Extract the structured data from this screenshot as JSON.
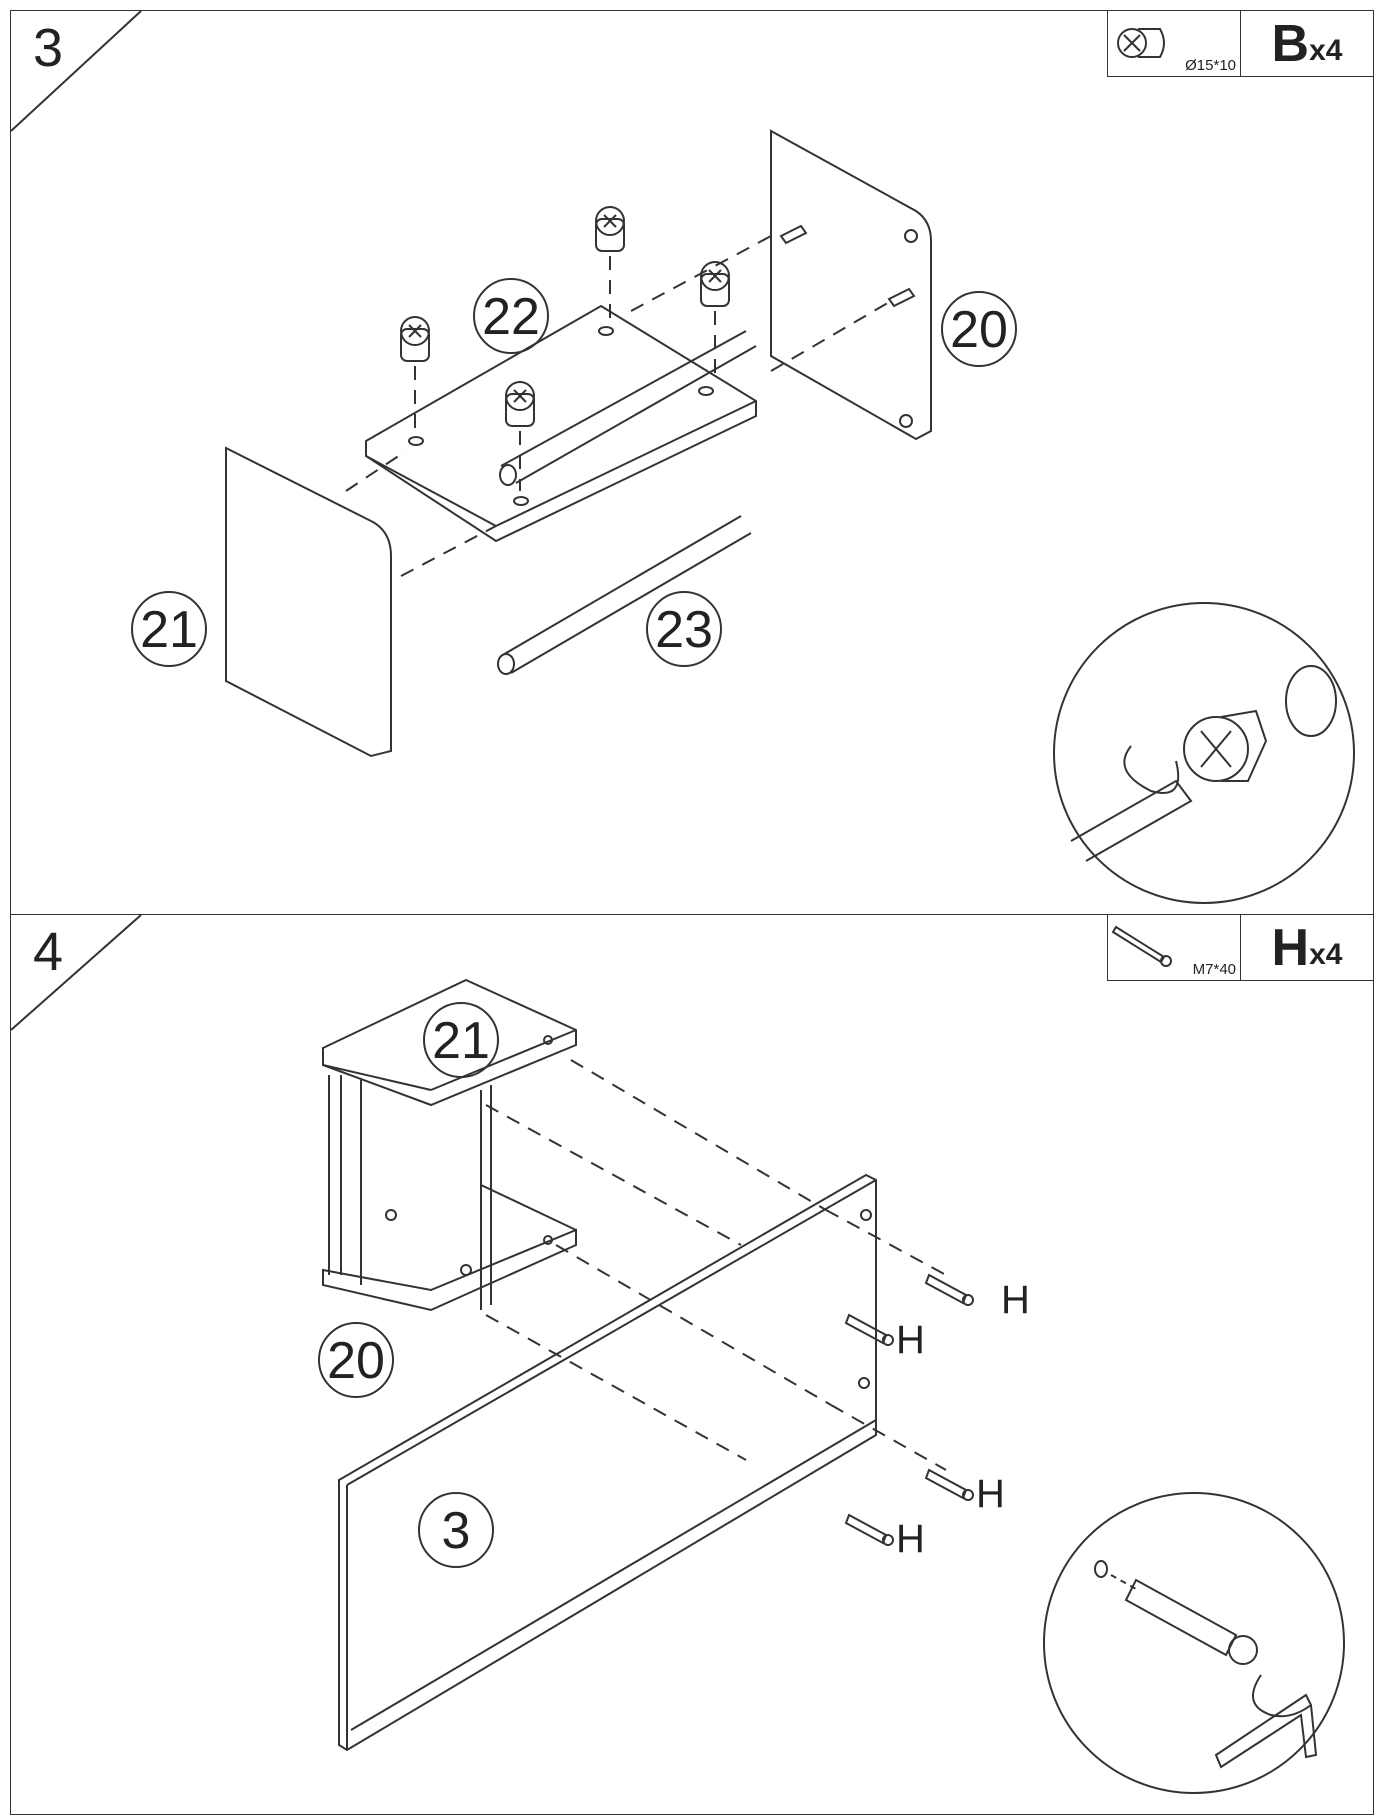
{
  "step3": {
    "number": "3",
    "fitting": {
      "letter": "B",
      "qty": "x4",
      "spec": "Ø15*10",
      "icon": "cam-lock-icon"
    },
    "labels": {
      "p22": "22",
      "p20": "20",
      "p21": "21",
      "p23": "23"
    }
  },
  "step4": {
    "number": "4",
    "fitting": {
      "letter": "H",
      "qty": "x4",
      "spec": "M7*40",
      "icon": "screw-icon"
    },
    "labels": {
      "p21": "21",
      "p20": "20",
      "p3": "3"
    },
    "screw_labels": [
      "H",
      "H",
      "H",
      "H"
    ]
  }
}
